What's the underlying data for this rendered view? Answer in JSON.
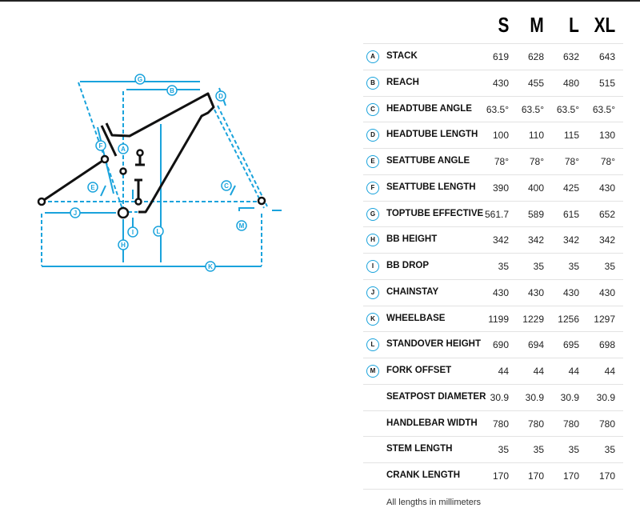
{
  "accent": "#1aa3dc",
  "sizes": [
    "S",
    "M",
    "L",
    "XL"
  ],
  "rows": [
    {
      "badge": "A",
      "label": "STACK",
      "values": [
        "619",
        "628",
        "632",
        "643"
      ]
    },
    {
      "badge": "B",
      "label": "REACH",
      "values": [
        "430",
        "455",
        "480",
        "515"
      ]
    },
    {
      "badge": "C",
      "label": "HEADTUBE ANGLE",
      "values": [
        "63.5°",
        "63.5°",
        "63.5°",
        "63.5°"
      ]
    },
    {
      "badge": "D",
      "label": "HEADTUBE LENGTH",
      "values": [
        "100",
        "110",
        "115",
        "130"
      ]
    },
    {
      "badge": "E",
      "label": "SEATTUBE ANGLE",
      "values": [
        "78°",
        "78°",
        "78°",
        "78°"
      ]
    },
    {
      "badge": "F",
      "label": "SEATTUBE LENGTH",
      "values": [
        "390",
        "400",
        "425",
        "430"
      ]
    },
    {
      "badge": "G",
      "label": "TOPTUBE EFFECTIVE",
      "values": [
        "561.7",
        "589",
        "615",
        "652"
      ]
    },
    {
      "badge": "H",
      "label": "BB HEIGHT",
      "values": [
        "342",
        "342",
        "342",
        "342"
      ]
    },
    {
      "badge": "I",
      "label": "BB DROP",
      "values": [
        "35",
        "35",
        "35",
        "35"
      ]
    },
    {
      "badge": "J",
      "label": "CHAINSTAY",
      "values": [
        "430",
        "430",
        "430",
        "430"
      ]
    },
    {
      "badge": "K",
      "label": "WHEELBASE",
      "values": [
        "1199",
        "1229",
        "1256",
        "1297"
      ]
    },
    {
      "badge": "L",
      "label": "STANDOVER HEIGHT",
      "values": [
        "690",
        "694",
        "695",
        "698"
      ]
    },
    {
      "badge": "M",
      "label": "FORK OFFSET",
      "values": [
        "44",
        "44",
        "44",
        "44"
      ]
    },
    {
      "badge": "",
      "label": "SEATPOST DIAMETER",
      "values": [
        "30.9",
        "30.9",
        "30.9",
        "30.9"
      ]
    },
    {
      "badge": "",
      "label": "HANDLEBAR WIDTH",
      "values": [
        "780",
        "780",
        "780",
        "780"
      ]
    },
    {
      "badge": "",
      "label": "STEM LENGTH",
      "values": [
        "35",
        "35",
        "35",
        "35"
      ]
    },
    {
      "badge": "",
      "label": "CRANK LENGTH",
      "values": [
        "170",
        "170",
        "170",
        "170"
      ]
    }
  ],
  "note": "All lengths in millimeters",
  "diagram_labels": [
    "A",
    "B",
    "C",
    "D",
    "E",
    "F",
    "G",
    "H",
    "I",
    "J",
    "K",
    "L",
    "M"
  ]
}
